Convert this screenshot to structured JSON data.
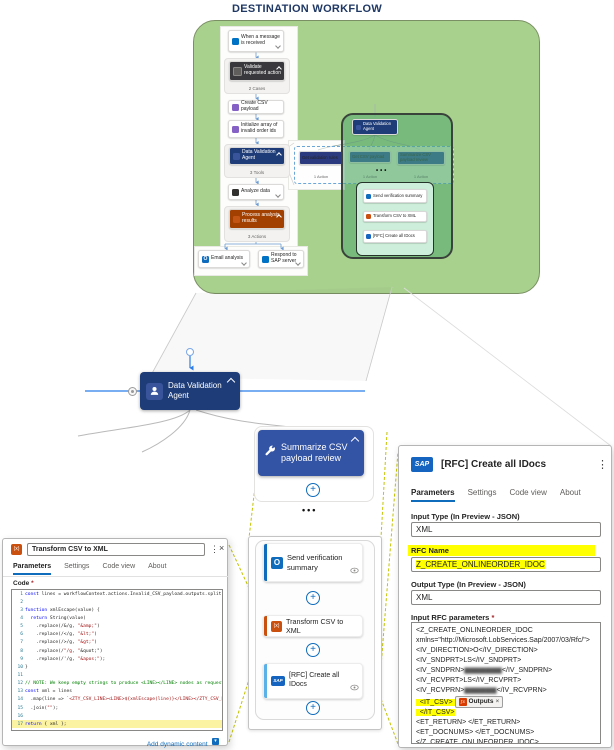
{
  "title": "DESTINATION WORKFLOW",
  "glyphs": {
    "plus": "+",
    "kebab": "⋮",
    "close": "×",
    "info": "i",
    "dots": "•••",
    "sap": "SAP",
    "outlook_o": "O",
    "code_fn": "(x)",
    "fx": "ƒx",
    "token_close": "×"
  },
  "colors": {
    "green_panel": "#a9d18e",
    "overlay_green": "#48a36a",
    "agent_blue": "#1d3c78",
    "node_blue": "#3353a4",
    "accent_blue": "#0f6cbd",
    "highlight_yellow": "#ffff00",
    "inline_code_orange": "#ca5010",
    "sap_blue": "#1565c0",
    "switch_dark": "#38383d",
    "process_brown": "#a14000",
    "variable_purple": "#8661c5",
    "title_navy": "#1f3864"
  },
  "overview": {
    "nodes": {
      "trigger": {
        "label": "When a message is received"
      },
      "switch": {
        "label": "Validate requested action",
        "footer": "2 Cases"
      },
      "create_csv": {
        "label": "Create CSV payload"
      },
      "init_array": {
        "label": "Initialize array of invalid order ids"
      },
      "agent": {
        "label": "Data Validation Agent",
        "footer": "3 Tools"
      },
      "analyze": {
        "label": "Analyze data"
      },
      "process": {
        "label": "Process analysis results",
        "footer": "3 Actions"
      },
      "email": {
        "label": "Email analysis"
      },
      "respond": {
        "label": "Respond to SAP server"
      }
    },
    "tools_row": [
      {
        "label": "Get validation rules",
        "footer": "1 Action"
      },
      {
        "label": "Get CSV payload",
        "footer": "1 Action"
      },
      {
        "label": "Summarize CSV payload review",
        "footer": "1 Action"
      }
    ],
    "overlay": {
      "agent_label": "Data Validation Agent",
      "subflow": [
        "Send verification summary",
        "Transform CSV to XML",
        "[RFC] Create all IDocs"
      ]
    }
  },
  "mid": {
    "agent_label": "Data Validation Agent",
    "summarize_label": "Summarize CSV payload review"
  },
  "flow_panel": {
    "cards": [
      {
        "label": "Send verification summary"
      },
      {
        "label": "Transform CSV to XML"
      },
      {
        "label": "[RFC] Create all IDocs"
      }
    ]
  },
  "code_panel": {
    "title": "Transform CSV to XML",
    "tabs": [
      "Parameters",
      "Settings",
      "Code view",
      "About"
    ],
    "active_tab": "Parameters",
    "field_label": "Code",
    "required_mark": "*",
    "highlight_line": 17,
    "code_lines": [
      "const lines = workflowContext.actions.Invalid_CSV_payload.outputs.split('\\n');",
      "",
      "function xmlEscape(value) {",
      "  return String(value)",
      "    .replace(/&/g, \"&amp;\")",
      "    .replace(/</g, \"&lt;\")",
      "    .replace(/>/g, \"&gt;\")",
      "    .replace(/\"/g, \"&quot;\")",
      "    .replace(/'/g, \"&apos;\");",
      "}",
      "",
      "// NOTE: We keep empty strings to produce <LINE></LINE> nodes as requested.",
      "const xml = lines",
      "  .map(line => `<ZTY_CSV_LINE><LINE>${xmlEscape(line)}</LINE></ZTY_CSV_LINE>`)",
      "  .join(\"\");",
      "",
      "return { xml };"
    ],
    "footer_link": "Add dynamic content"
  },
  "rfc_panel": {
    "title": "[RFC] Create all IDocs",
    "tabs": [
      "Parameters",
      "Settings",
      "Code view",
      "About"
    ],
    "active_tab": "Parameters",
    "fields": [
      {
        "label": "Input Type (In Preview - JSON)",
        "value": "XML"
      },
      {
        "label": "RFC Name",
        "value": "Z_CREATE_ONLINEORDER_IDOC"
      },
      {
        "label": "Output Type (In Preview - JSON)",
        "value": "XML"
      }
    ],
    "params_label": "Input RFC parameters",
    "required_mark": "*",
    "xml_lines": [
      {
        "text": "<Z_CREATE_ONLINEORDER_IDOC"
      },
      {
        "text": "xmlns=\"http://Microsoft.LobServices.Sap/2007/03/Rfc/\">"
      },
      {
        "text": "<IV_DIRECTION>O</IV_DIRECTION>"
      },
      {
        "text": "<IV_SNDPRT>LS</IV_SNDPRT>"
      },
      {
        "pre": "<IV_SNDPRN>",
        "redacted": "▆▆▆▆▆▆▆",
        "post": "</IV_SNDPRN>"
      },
      {
        "text": "<IV_RCVPRT>LS</IV_RCVPRT>"
      },
      {
        "pre": "<IV_RCVPRN>",
        "redacted": "▆▆▆▆▆▆",
        "post": "</IV_RCVPRN>"
      },
      {
        "highlight": true,
        "pre": "  <IT_CSV> ",
        "token": "Outputs"
      },
      {
        "highlight": true,
        "text": "  </IT_CSV>"
      },
      {
        "text": "<ET_RETURN> </ET_RETURN>"
      },
      {
        "text": "<ET_DOCNUMS> </ET_DOCNUMS>"
      },
      {
        "text": "</Z_CREATE_ONLINEORDER_IDOC>"
      }
    ]
  }
}
